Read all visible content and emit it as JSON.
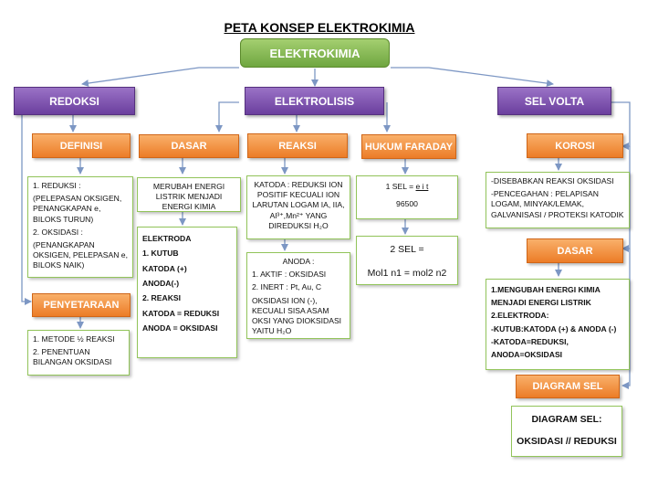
{
  "title": "PETA KONSEP ELEKTROKIMIA",
  "root": "ELEKTROKIMIA",
  "categories": {
    "redoksi": "REDOKSI",
    "elektrolisis": "ELEKTROLISIS",
    "sel_volta": "SEL VOLTA"
  },
  "redoksi": {
    "definisi": "DEFINISI",
    "definisi_text": [
      "1.   REDUKSI :",
      "(PELEPASAN OKSIGEN, PENANGKAPAN e, BILOKS TURUN)",
      "2.   OKSIDASI :",
      "(PENANGKAPAN OKSIGEN, PELEPASAN e, BILOKS NAIK)"
    ],
    "penyetaraan": "PENYETARAAN",
    "penyetaraan_text": [
      "1.   METODE ½ REAKSI",
      "2.   PENENTUAN BILANGAN OKSIDASI"
    ]
  },
  "elektrolisis": {
    "dasar": "DASAR",
    "dasar_text": "MERUBAH ENERGI LISTRIK MENJADI ENERGI KIMIA",
    "elektroda_text": [
      "ELEKTRODA",
      "1.   KUTUB",
      "KATODA (+)",
      "ANODA(-)",
      "2.   REAKSI",
      "KATODA = REDUKSI",
      "ANODA   = OKSIDASI"
    ],
    "reaksi": "REAKSI",
    "katoda_text": "KATODA : REDUKSI ION POSITIF KECUALI ION LARUTAN LOGAM IA, IIA, Al³⁺,Mn²⁺ YANG DIREDUKSI H₂O",
    "anoda_text": [
      "ANODA :",
      "1.   AKTIF : OKSIDASI",
      "2.   INERT : Pt, Au, C",
      "OKSIDASI ION (-), KECUALI SISA ASAM OKSI YANG DIOKSIDASI YAITU H₂O"
    ],
    "hukum_faraday": "HUKUM FARADAY",
    "faraday1_text": [
      "1 SEL = ",
      "e i t",
      "96500"
    ],
    "faraday2_text": [
      "2 SEL =",
      "Mol1 n1 = mol2 n2"
    ]
  },
  "sel_volta": {
    "korosi": "KOROSI",
    "korosi_text": [
      "-DISEBABKAN REAKSI OKSIDASI",
      "-PENCEGAHAN : PELAPISAN LOGAM, MINYAK/LEMAK, GALVANISASI / PROTEKSI KATODIK"
    ],
    "dasar": "DASAR",
    "dasar_text": [
      "1.MENGUBAH ENERGI KIMIA MENJADI ENERGI LISTRIK",
      "2.ELEKTRODA:",
      "-KUTUB:KATODA (+) & ANODA (-)",
      "-KATODA=REDUKSI,  ANODA=OKSIDASI"
    ],
    "diagram_sel": "DIAGRAM SEL",
    "diagram_text": [
      "DIAGRAM SEL:",
      "OKSIDASI // REDUKSI"
    ]
  },
  "colors": {
    "root": "#7db54b",
    "category": "#7a4fb0",
    "subcategory": "#f08a36",
    "note_border": "#92c45a",
    "connector": "#7d97c4"
  }
}
